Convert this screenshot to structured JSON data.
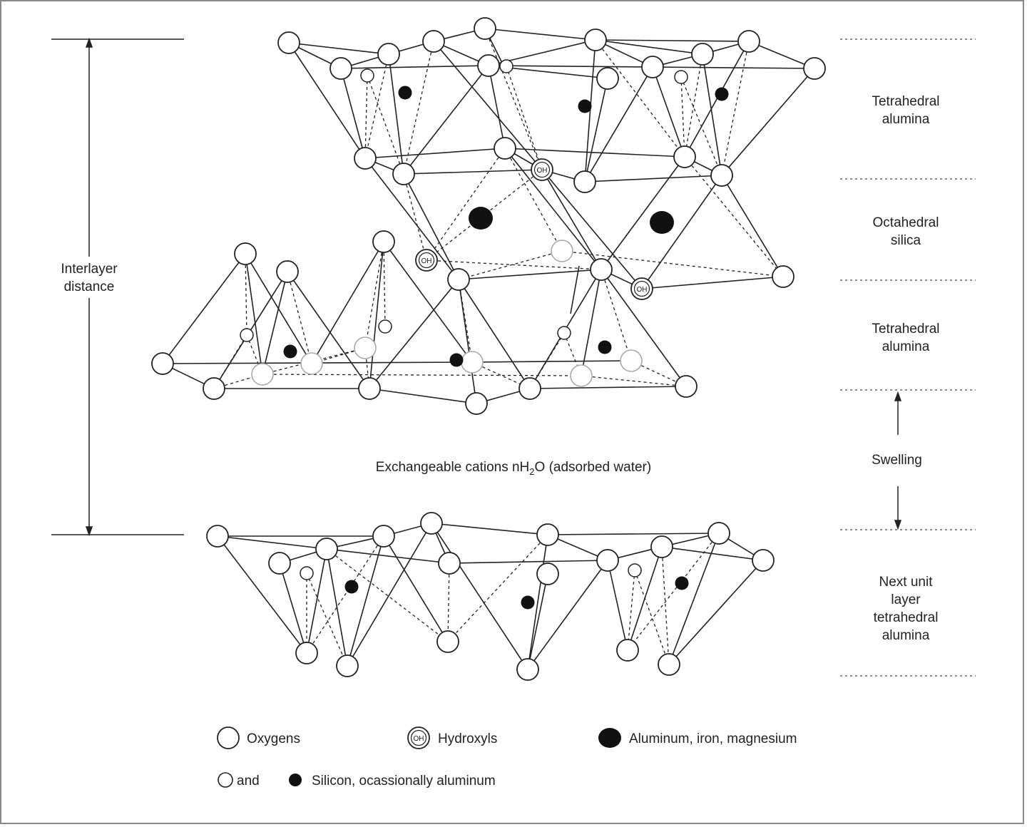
{
  "layer_labels": {
    "tetrahedral_top": [
      "Tetrahedral",
      "alumina"
    ],
    "octahedral": [
      "Octahedral",
      "silica"
    ],
    "tetrahedral_bottom": [
      "Tetrahedral",
      "alumina"
    ],
    "swelling": "Swelling",
    "next_unit": [
      "Next unit",
      "layer",
      "tetrahedral",
      "alumina"
    ]
  },
  "interlayer_label": [
    "Interlayer",
    "distance"
  ],
  "exchangeable": {
    "prefix": "Exchangeable cations nH",
    "subscript": "2",
    "suffix": "O (adsorbed water)"
  },
  "hydroxyl_symbol": "OH",
  "legend": {
    "oxygens": "Oxygens",
    "hydroxyls": "Hydroxyls",
    "metals": "Aluminum, iron, magnesium",
    "and": "and",
    "silicon": "Silicon, ocassionally aluminum"
  }
}
